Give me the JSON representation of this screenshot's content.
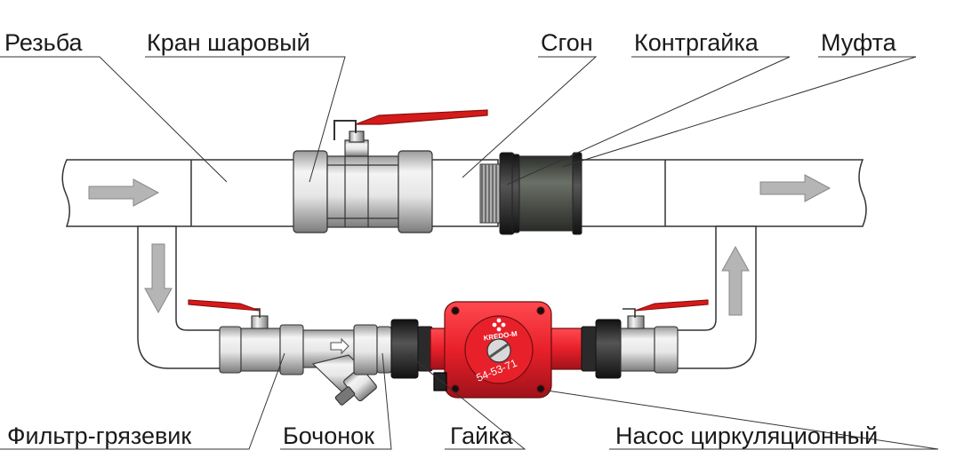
{
  "labels": {
    "rezba": "Резьба",
    "kran": "Кран шаровый",
    "sgon": "Сгон",
    "kontrgaika": "Контргайка",
    "mufta": "Муфта",
    "filtr": "Фильтр-грязевик",
    "bochonok": "Бочонок",
    "gaika": "Гайка",
    "nasos": "Насос циркуляционный"
  },
  "pump": {
    "brand": "KREDO-M",
    "model": "54-53-71"
  },
  "colors": {
    "pipe_fill": "#ffffff",
    "pipe_stroke": "#333333",
    "arrow": "#b5b5b5",
    "handle_red": "#d41a1a",
    "pump_red": "#e8202a",
    "brass": "#d9d9d9",
    "coupling_dark": "#4a4f48"
  },
  "icons": {
    "flow_arrows": "arrow-icon",
    "pump_logo": "snowflake-logo-icon"
  }
}
